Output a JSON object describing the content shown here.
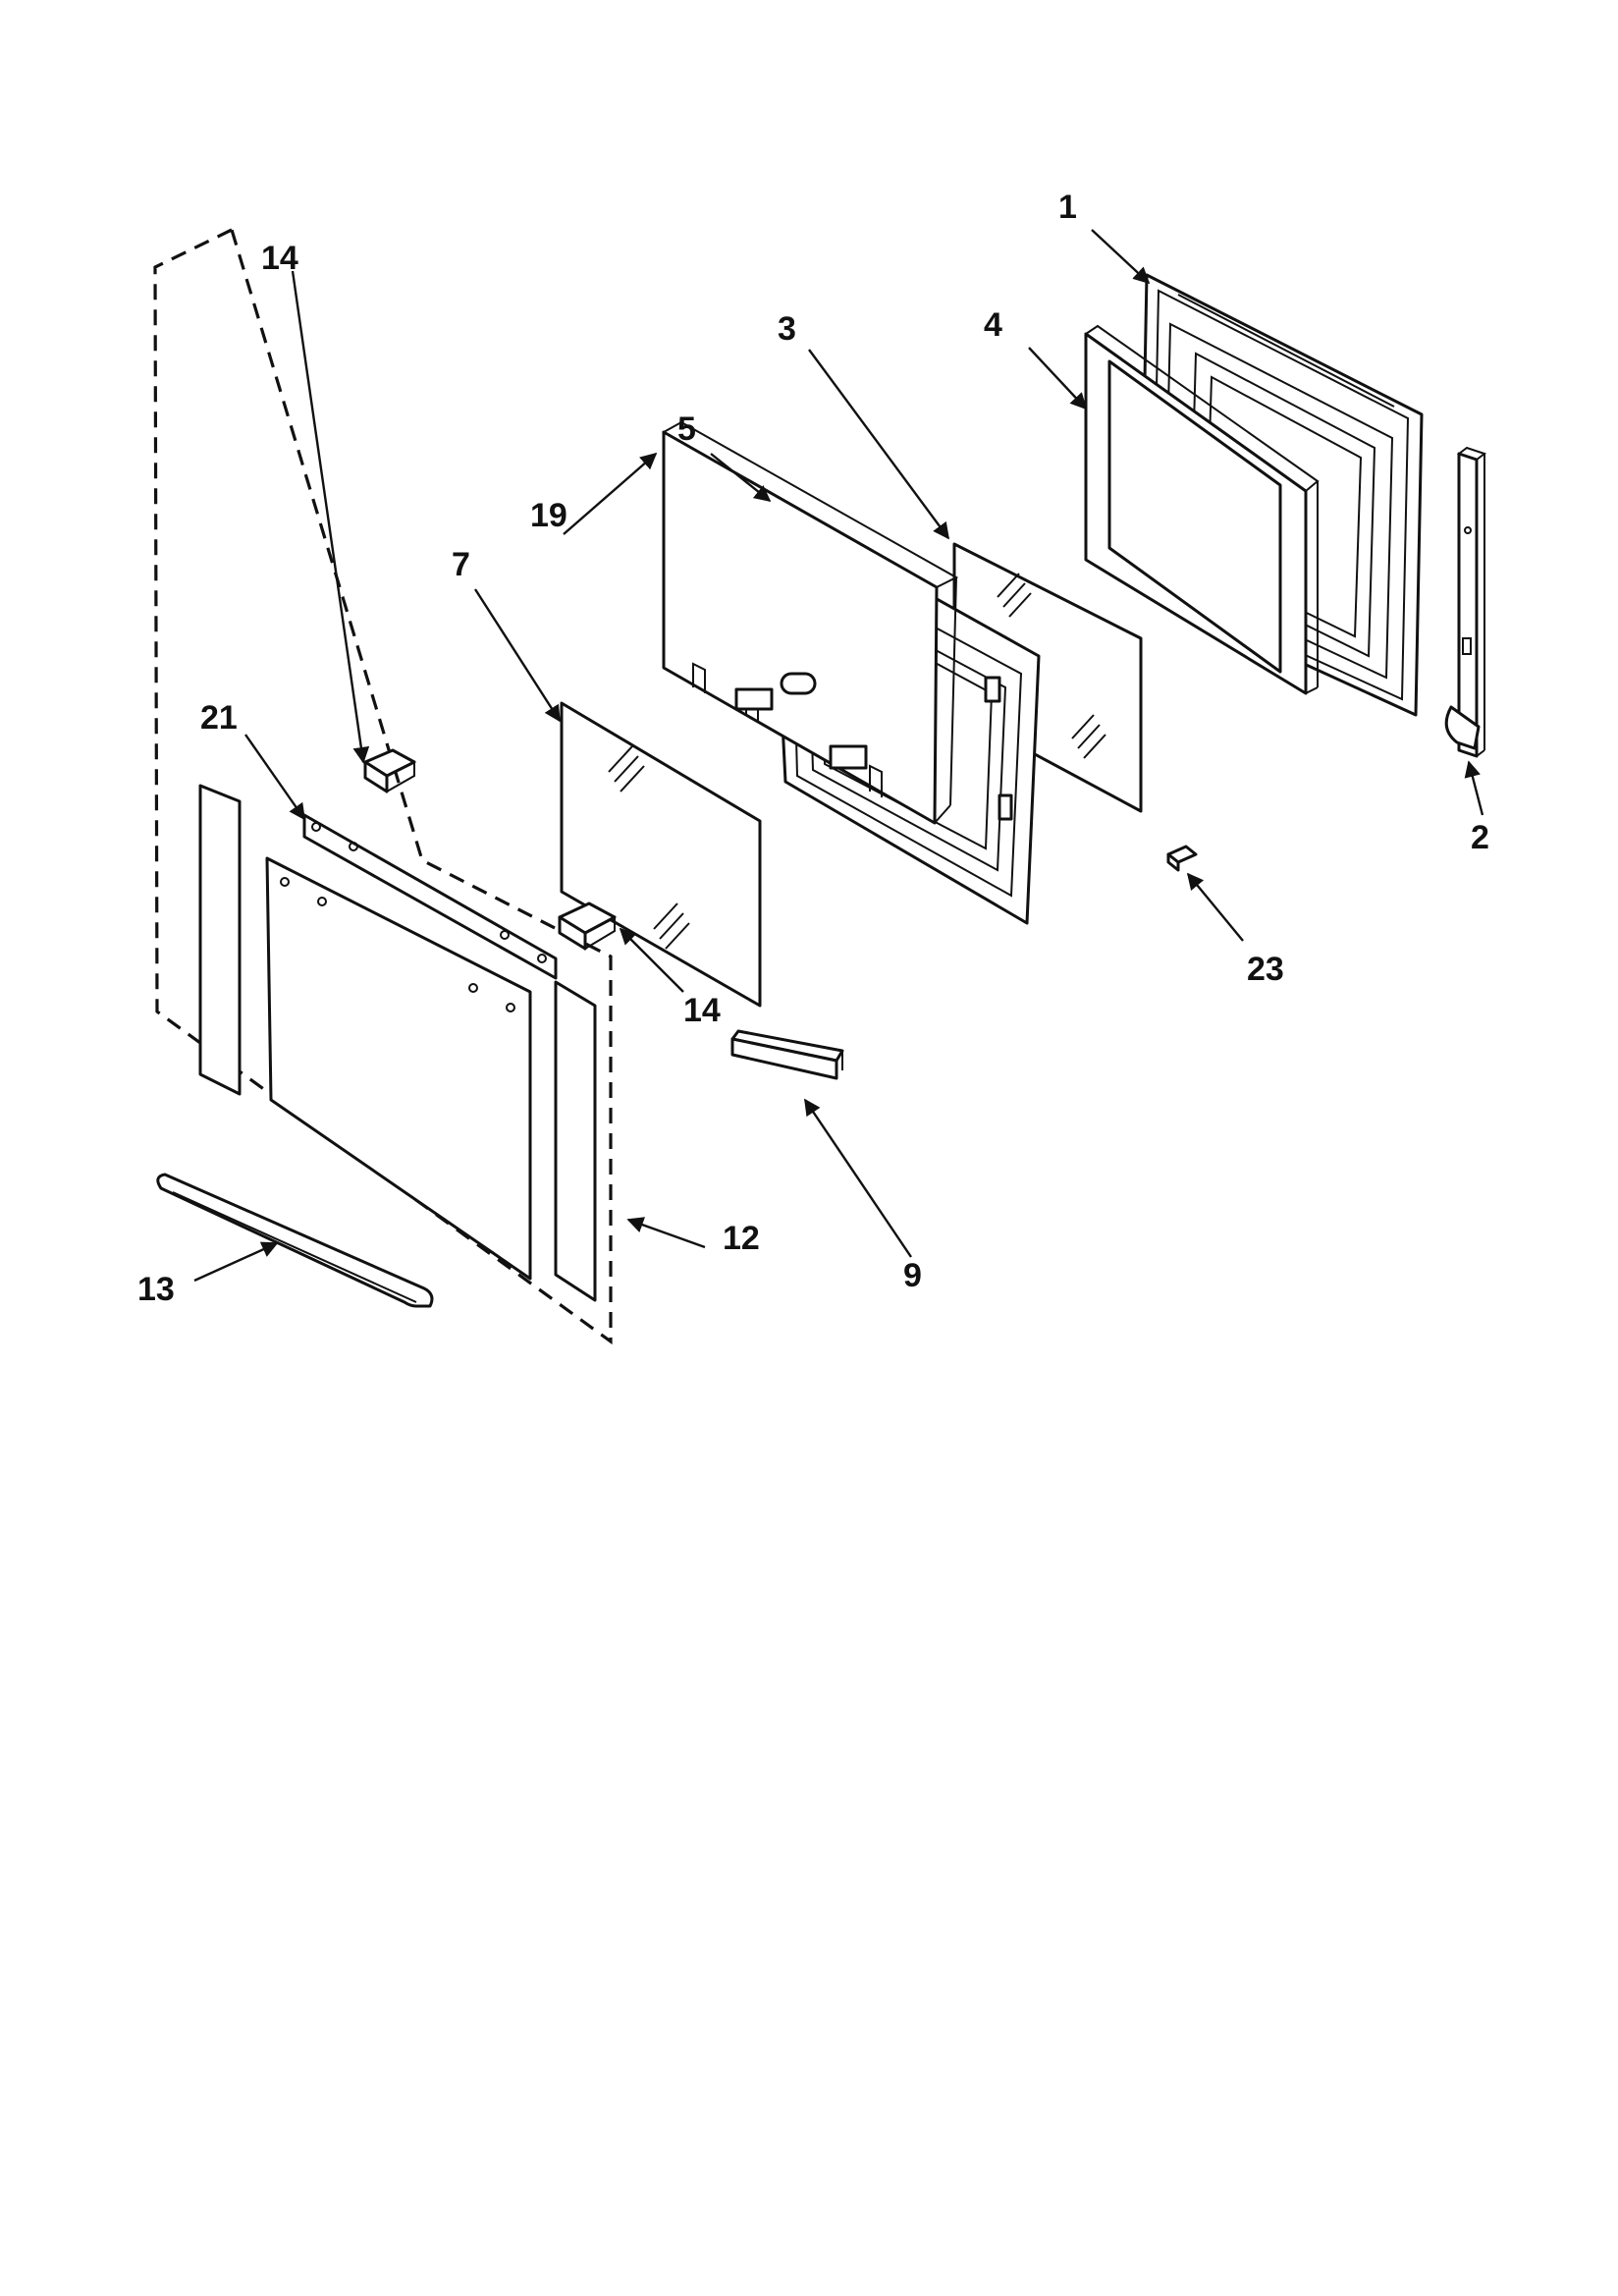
{
  "colors": {
    "line": "#111111",
    "background": "#ffffff"
  },
  "callouts": {
    "c1": "1",
    "c2": "2",
    "c3": "3",
    "c4": "4",
    "c5": "5",
    "c7": "7",
    "c9": "9",
    "c12": "12",
    "c13": "13",
    "c14a": "14",
    "c14b": "14",
    "c19": "19",
    "c21": "21",
    "c23": "23"
  }
}
